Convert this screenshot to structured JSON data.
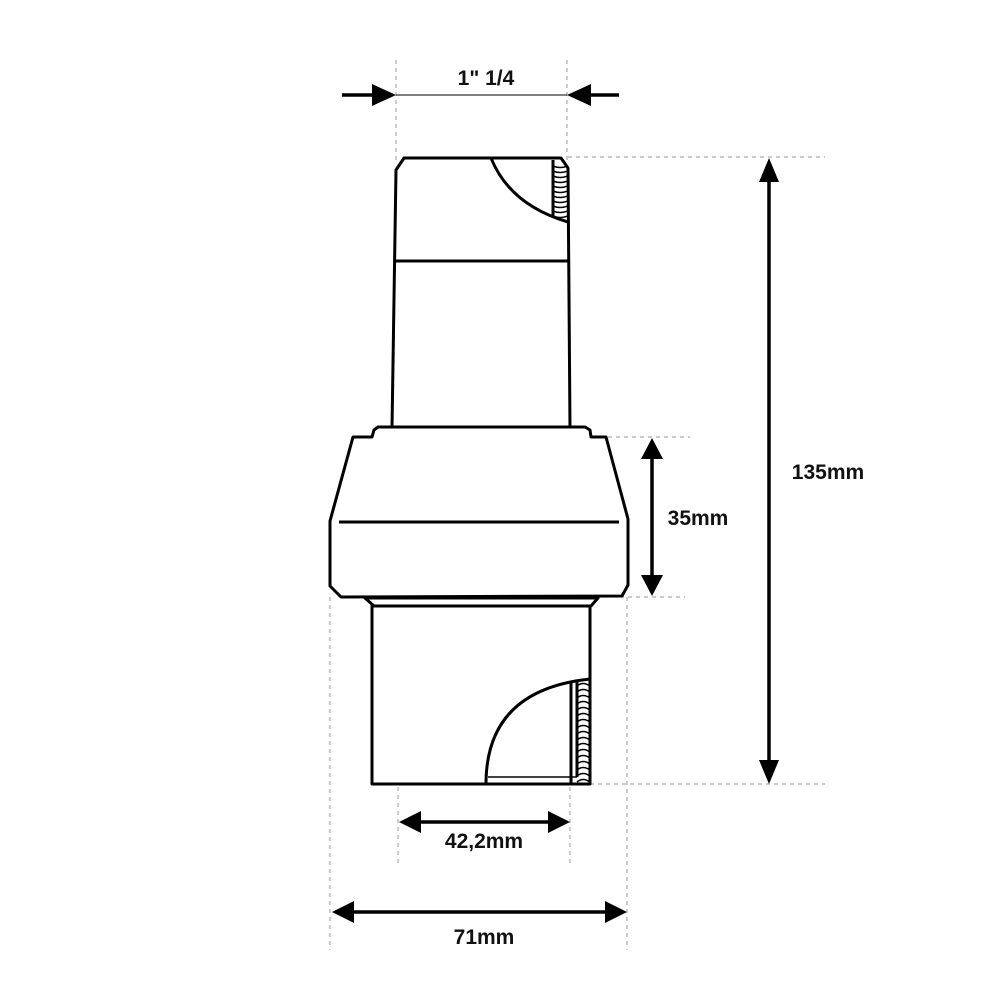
{
  "diagram": {
    "subject": "pipe fitting / valve body side elevation",
    "colors": {
      "stroke": "#000000",
      "extension_line": "#9a9a9a",
      "background": "#ffffff"
    },
    "dimensions": {
      "thread_size": {
        "label": "1\" 1/4",
        "orientation": "horizontal",
        "position": "top"
      },
      "overall_height": {
        "label": "135mm",
        "orientation": "vertical",
        "position": "right"
      },
      "body_height": {
        "label": "35mm",
        "orientation": "vertical",
        "position": "right-middle"
      },
      "outlet_diameter": {
        "label": "42,2mm",
        "orientation": "horizontal",
        "position": "bottom"
      },
      "body_width": {
        "label": "71mm",
        "orientation": "horizontal",
        "position": "bottom"
      }
    }
  }
}
